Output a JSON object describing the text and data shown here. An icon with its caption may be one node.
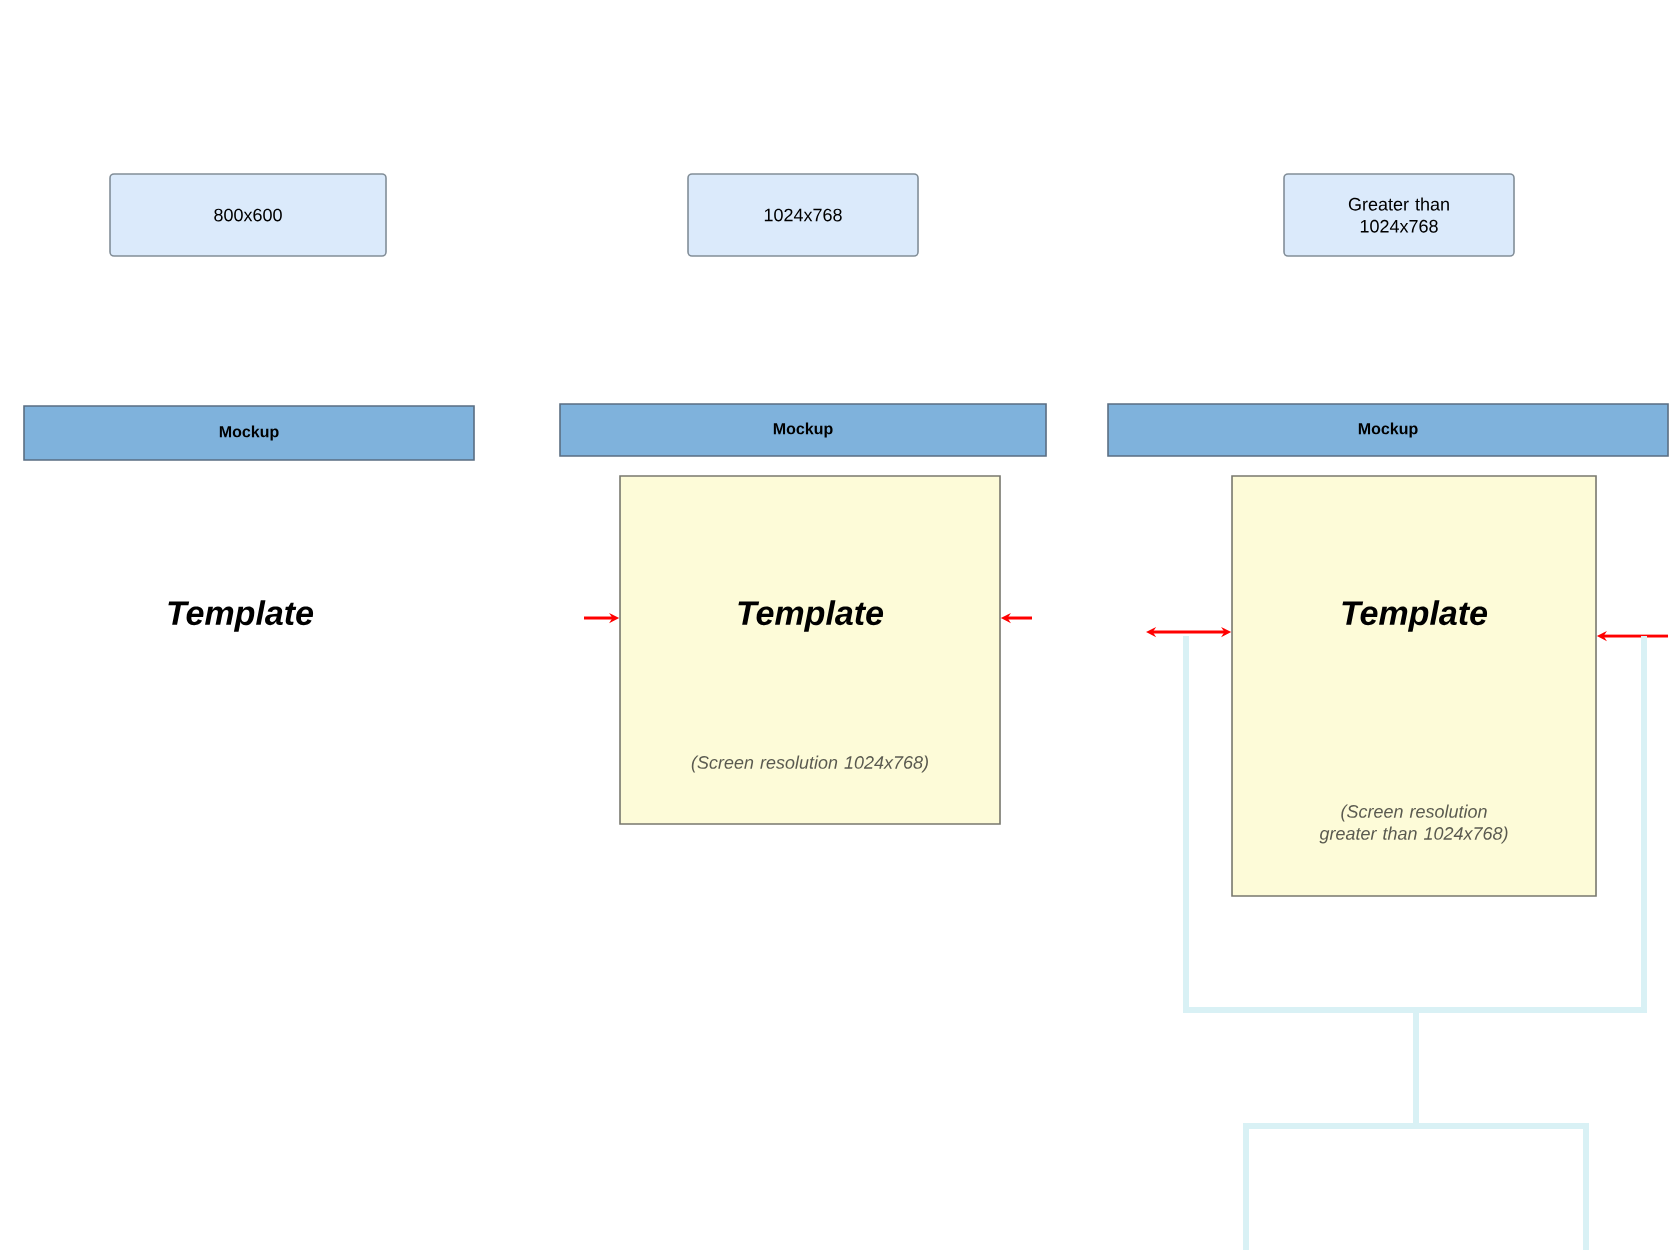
{
  "diagram": {
    "nodes": [
      {
        "text": [
          "800x600"
        ]
      },
      {
        "text": [
          "1024x768"
        ]
      },
      {
        "text": [
          "Greater than 1024x768"
        ]
      },
      {
        "text": [
          "Mockup"
        ]
      },
      {
        "text": [
          "Mockup"
        ]
      },
      {
        "text": [
          "Mockup"
        ]
      },
      {
        "text": [
          "Template",
          "(Screen resolution 1024x768)"
        ]
      },
      {
        "text": [
          "Template",
          "(Screen resolution greater than 1024x768)"
        ]
      },
      {
        "text": [],
        "shape": "box"
      }
    ],
    "edges": [
      {
        "from": null,
        "to": 6,
        "arrow": "to"
      },
      {
        "from": null,
        "to": 6,
        "arrow": "to"
      },
      {
        "from": null,
        "to": 7,
        "arrow": "both"
      },
      {
        "from": null,
        "to": 7,
        "arrow": "to"
      },
      {
        "from": 8,
        "to": null,
        "arrow": "none",
        "style": "thick",
        "color": "#d9f1f5"
      },
      {
        "from": 8,
        "to": null,
        "arrow": "none",
        "style": "thick",
        "color": "#d9f1f5"
      }
    ],
    "labels": [
      "Template"
    ]
  }
}
